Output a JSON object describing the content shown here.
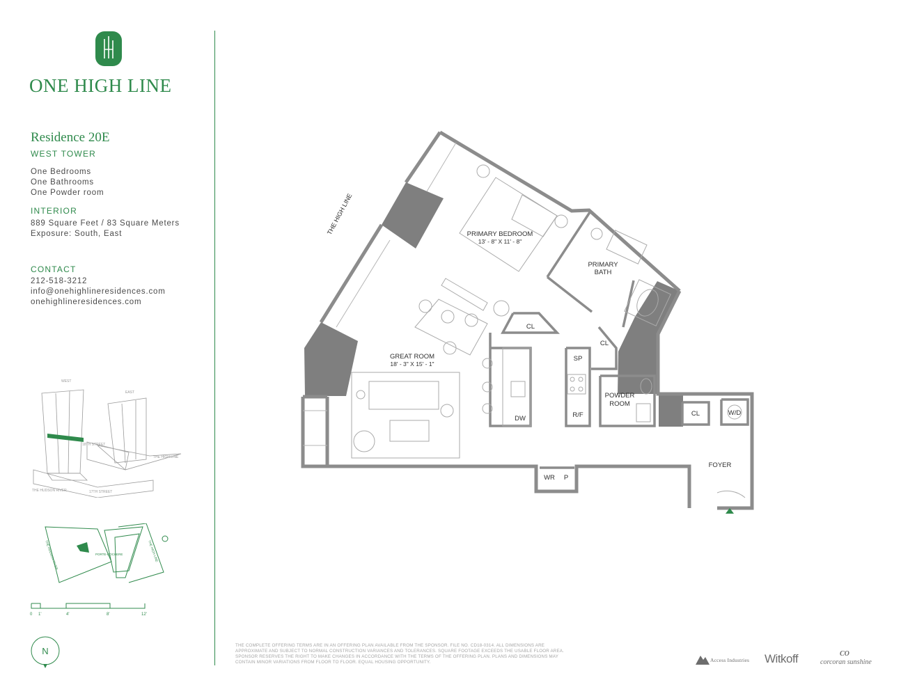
{
  "brand": {
    "name": "ONE HIGH LINE",
    "accent_color": "#2f8a4c"
  },
  "residence": {
    "title": "Residence 20E",
    "tower": "WEST TOWER",
    "rooms": [
      "One Bedrooms",
      "One Bathrooms",
      "One Powder room"
    ]
  },
  "interior": {
    "heading": "INTERIOR",
    "lines": [
      "889 Square Feet / 83 Square Meters",
      "Exposure: South, East"
    ]
  },
  "contact": {
    "heading": "CONTACT",
    "phone": "212-518-3212",
    "email": "info@onehighlineresidences.com",
    "website": "onehighlineresidences.com"
  },
  "plan": {
    "street_label": "THE HIGH LINE",
    "rooms": [
      {
        "name": "PRIMARY BEDROOM",
        "dims": "13' - 8\" X 11' - 8\""
      },
      {
        "name": "PRIMARY",
        "name2": "BATH"
      },
      {
        "name": "GREAT ROOM",
        "dims": "18' - 3\" X 15' - 1\""
      },
      {
        "name": "POWDER",
        "name2": "ROOM"
      },
      {
        "name": "FOYER"
      }
    ],
    "small_labels": [
      "CL",
      "CL",
      "SP",
      "R/F",
      "DW",
      "CL",
      "W/D",
      "WR",
      "P"
    ]
  },
  "key_plan": {
    "tower_labels": [
      "WEST",
      "EAST"
    ],
    "street_labels": [
      "THE HIGH LINE",
      "18TH STREET",
      "THE HUDSON RIVER",
      "17TH STREET"
    ]
  },
  "site_plan": {
    "labels": [
      "THE HUDSON RIVER",
      "PORTE-COCHERE",
      "THE HIGH LINE"
    ]
  },
  "scale": {
    "ticks": [
      "0",
      "1'",
      "4'",
      "8'",
      "12'"
    ]
  },
  "compass": {
    "label": "N"
  },
  "disclaimer": "THE COMPLETE OFFERING TERMS ARE IN AN OFFERING PLAN AVAILABLE FROM THE SPONSOR. FILE NO. CD18-0314. ALL DIMENSIONS ARE APPROXIMATE AND SUBJECT TO NORMAL CONSTRUCTION VARIANCES AND TOLERANCES. SQUARE FOOTAGE EXCEEDS THE USABLE FLOOR AREA. SPONSOR RESERVES THE RIGHT TO MAKE CHANGES IN ACCORDANCE WITH THE TERMS OF THE OFFERING PLAN. PLANS AND DIMENSIONS MAY CONTAIN MINOR VARIATIONS FROM FLOOR TO FLOOR. EQUAL HOUSING OPPORTUNITY.",
  "partners": {
    "access": "Access Industries",
    "witkoff": "Witkoff",
    "corcoran": "corcoran sunshine",
    "corcoran_mark": "CO"
  }
}
